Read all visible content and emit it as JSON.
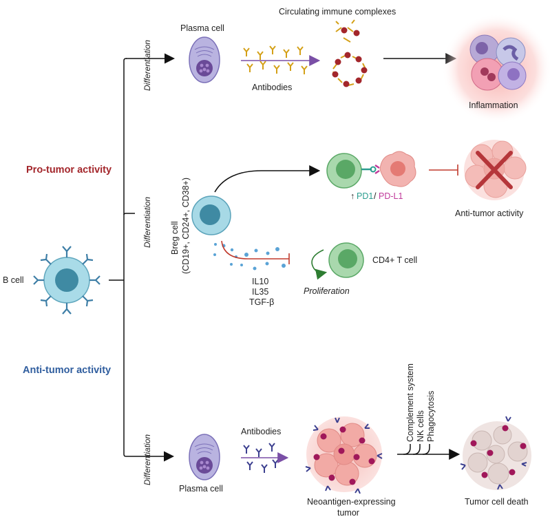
{
  "sections": {
    "pro_tumor": "Pro-tumor activity",
    "anti_tumor": "Anti-tumor activity"
  },
  "labels": {
    "b_cell": "B cell",
    "differentiation": "Differentiation",
    "plasma_cell": "Plasma cell",
    "antibodies": "Antibodies",
    "circulating": "Circulating immune complexes",
    "inflammation": "Inflammation",
    "breg_line1": "Breg cell",
    "breg_line2": "(CD19+, CD24+, CD38+)",
    "pd_arrow": "↑",
    "pd1": "PD1",
    "slash": "/",
    "pdl1": "PD-L1",
    "anti_tumor_activity": "Anti-tumor activity",
    "cd4": "CD4+ T cell",
    "proliferation": "Proliferation",
    "il10": "IL10",
    "il35": "IL35",
    "tgfb": "TGF-β",
    "complement": "Complement system",
    "nk": "NK cells",
    "phago": "Phagocytosis",
    "neoantigen1": "Neoantigen-expressing",
    "neoantigen2": "tumor",
    "tumor_death": "Tumor cell death"
  },
  "colors": {
    "pro_tumor": "#a3262b",
    "anti_tumor": "#2f5d9e",
    "pd1": "#2a9d8f",
    "pdl1": "#c0399a",
    "plasma": "#b9b3e0",
    "breg": "#8ecfe0",
    "tcell": "#9fd6a4",
    "tumor": "#f2b3b0",
    "inhibit": "#c0392b"
  }
}
